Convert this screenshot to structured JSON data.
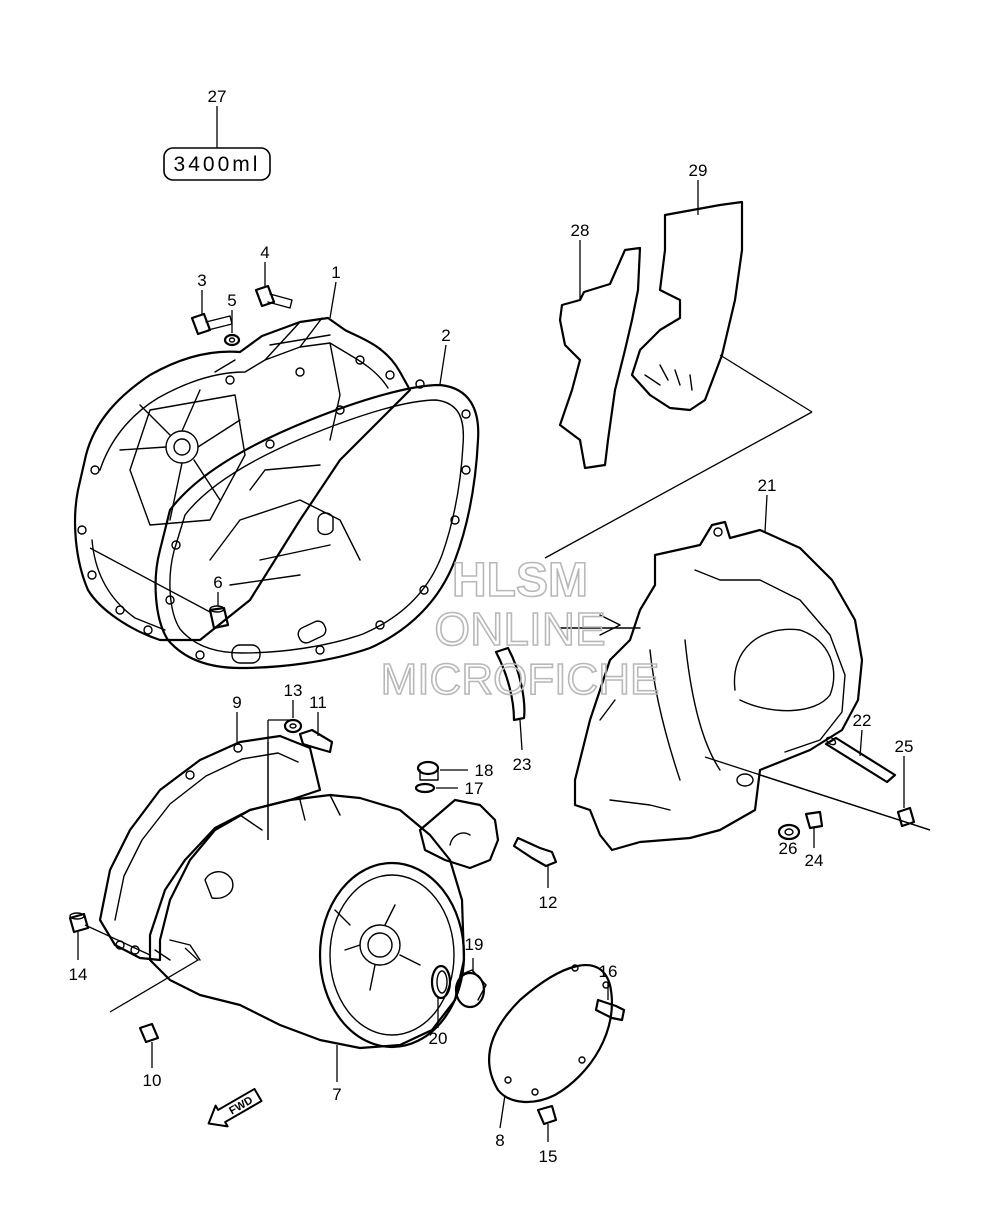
{
  "diagram": {
    "label_box": "3400ml",
    "fwd_label": "FWD",
    "watermark": [
      "HLSM",
      "ONLINE",
      "MICROFICHE"
    ],
    "callouts": [
      {
        "id": "1",
        "label": "1"
      },
      {
        "id": "2",
        "label": "2"
      },
      {
        "id": "3",
        "label": "3"
      },
      {
        "id": "4",
        "label": "4"
      },
      {
        "id": "5",
        "label": "5"
      },
      {
        "id": "6",
        "label": "6"
      },
      {
        "id": "7",
        "label": "7"
      },
      {
        "id": "8",
        "label": "8"
      },
      {
        "id": "9",
        "label": "9"
      },
      {
        "id": "10",
        "label": "10"
      },
      {
        "id": "11",
        "label": "11"
      },
      {
        "id": "12",
        "label": "12"
      },
      {
        "id": "13",
        "label": "13"
      },
      {
        "id": "14",
        "label": "14"
      },
      {
        "id": "15",
        "label": "15"
      },
      {
        "id": "16",
        "label": "16"
      },
      {
        "id": "17",
        "label": "17"
      },
      {
        "id": "18",
        "label": "18"
      },
      {
        "id": "19",
        "label": "19"
      },
      {
        "id": "20",
        "label": "20"
      },
      {
        "id": "21",
        "label": "21"
      },
      {
        "id": "22",
        "label": "22"
      },
      {
        "id": "23",
        "label": "23"
      },
      {
        "id": "24",
        "label": "24"
      },
      {
        "id": "25",
        "label": "25"
      },
      {
        "id": "26",
        "label": "26"
      },
      {
        "id": "27",
        "label": "27"
      },
      {
        "id": "28",
        "label": "28"
      },
      {
        "id": "29",
        "label": "29"
      }
    ]
  }
}
